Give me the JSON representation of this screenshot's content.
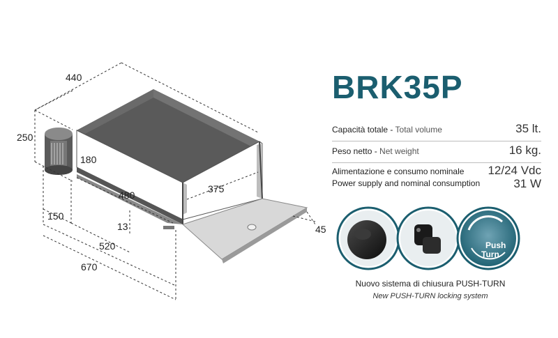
{
  "product": {
    "model": "BRK35P"
  },
  "dimensions": {
    "width": "440",
    "height": "250",
    "inner_height": "180",
    "inner_depth": "480",
    "inner_width": "375",
    "side_offset": "150",
    "small_offset": "13",
    "depth": "520",
    "total_depth": "670",
    "lid_thickness": "45"
  },
  "specs": [
    {
      "label": "Capacità totale",
      "label_en": "Total volume",
      "value": "35 lt."
    },
    {
      "label": "Peso netto",
      "label_en": "Net weight",
      "value": "16 kg."
    },
    {
      "label": "Alimentazione e consumo nominale",
      "label_en": "Power supply and nominal consumption",
      "value": "12/24 Vdc",
      "value2": "31 W"
    }
  ],
  "locking": {
    "icon_text_line1": "Push",
    "icon_text_line2": "Turn",
    "caption_it": "Nuovo sistema di chiusura PUSH-TURN",
    "caption_en": "New PUSH-TURN locking system"
  },
  "colors": {
    "title": "#1b5e6f",
    "circle_ring": "#1b5e6f",
    "drawing_gray": "#5e5e5e"
  }
}
